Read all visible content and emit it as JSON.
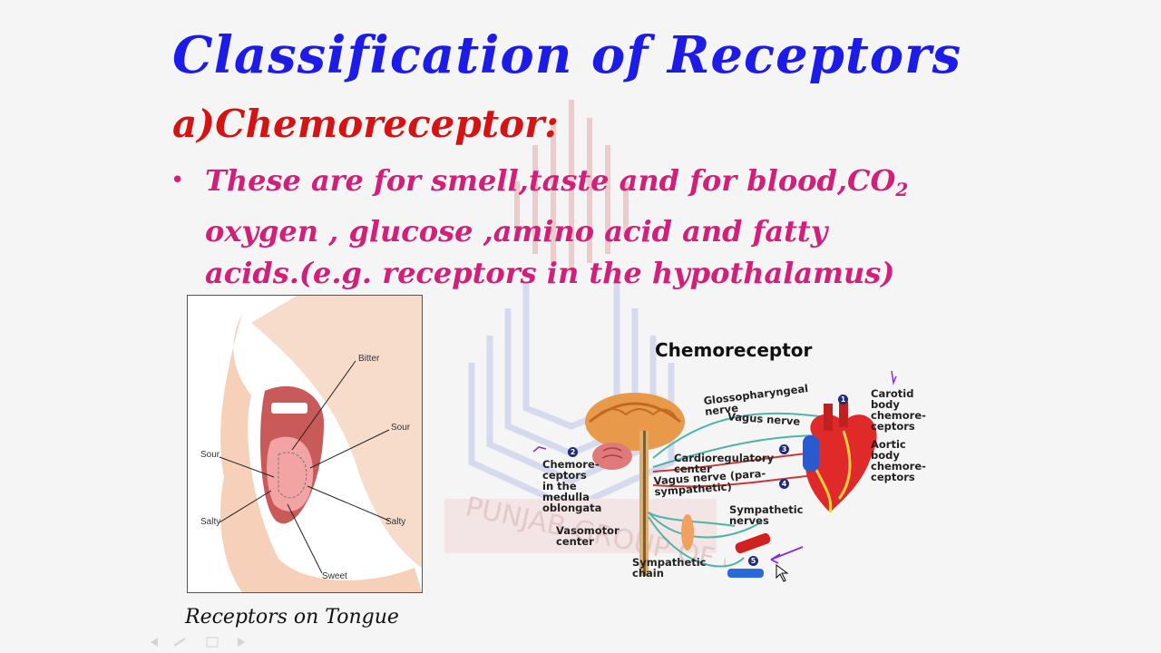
{
  "slide": {
    "title": "Classification of Receptors",
    "subtitle": "a)Chemoreceptor:",
    "bullet": {
      "line1_pre": "These are for smell,taste and for blood,CO",
      "line1_sub": "2",
      "line2": "oxygen , glucose ,amino acid and fatty",
      "line3": "acids.(e.g. receptors in the hypothalamus)"
    }
  },
  "tongue_figure": {
    "caption": "Receptors on Tongue",
    "labels": {
      "bitter": "Bitter",
      "sour_right": "Sour",
      "sour_left": "Sour",
      "salty_left": "Salty",
      "salty_right": "Salty",
      "sweet": "Sweet"
    }
  },
  "chemo_figure": {
    "title": "Chemoreceptor",
    "labels": {
      "glosso": "Glossopharyngeal\nnerve",
      "vagus": "Vagus nerve",
      "carotid": "Carotid\nbody\nchemore-\nceptors",
      "aortic": "Aortic\nbody\nchemore-\nceptors",
      "medulla": "Chemore-\nceptors\nin the\nmedulla\noblongata",
      "cardio": "Cardioregulatory\ncenter",
      "vagus_para": "Vagus nerve (para-\nsympathetic)",
      "vasomotor": "Vasomotor\ncenter",
      "sympathetic_nerves": "Sympathetic\nnerves",
      "sympathetic_chain": "Sympathetic\nchain"
    },
    "numbers": [
      "1",
      "2",
      "3",
      "4",
      "5"
    ]
  },
  "watermark": {
    "text": "PUNJAB GROUP OF COLLEGES"
  },
  "colors": {
    "title": "#1c1ce6",
    "subtitle": "#d41414",
    "bullet": "#d0207a",
    "annotation": "#8a2be2"
  }
}
